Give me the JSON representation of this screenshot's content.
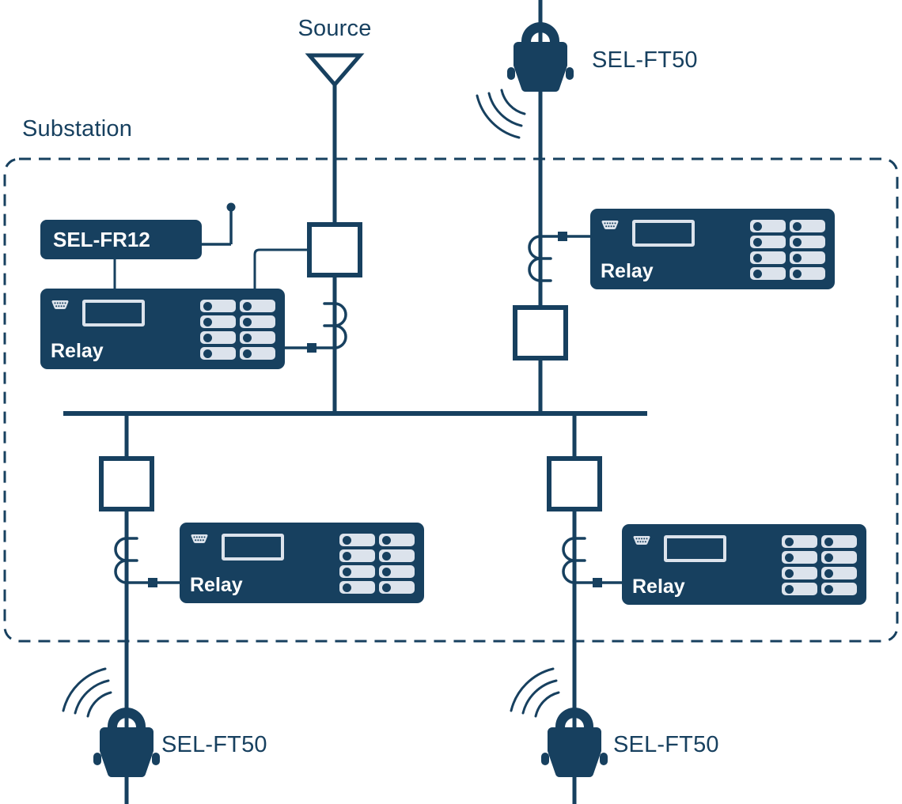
{
  "diagram": {
    "labels": {
      "source": "Source",
      "substation": "Substation"
    },
    "devices": {
      "fault_receiver": {
        "label": "SEL-FR12"
      },
      "relays": [
        {
          "label": "Relay"
        },
        {
          "label": "Relay"
        },
        {
          "label": "Relay"
        },
        {
          "label": "Relay"
        }
      ],
      "fault_transmitters": [
        {
          "label": "SEL-FT50"
        },
        {
          "label": "SEL-FT50"
        },
        {
          "label": "SEL-FT50"
        }
      ]
    },
    "colors": {
      "navy": "#17405f",
      "panel_light": "#dce3ec",
      "background": "#ffffff"
    },
    "icons": [
      "source-triangle-icon",
      "breaker-square-icon",
      "ct-coil-icon",
      "wireless-signal-icon",
      "antenna-icon",
      "serial-port-icon",
      "display-screen",
      "terminal-block-icon",
      "ft50-clamp-icon",
      "connection-node-icon"
    ]
  }
}
